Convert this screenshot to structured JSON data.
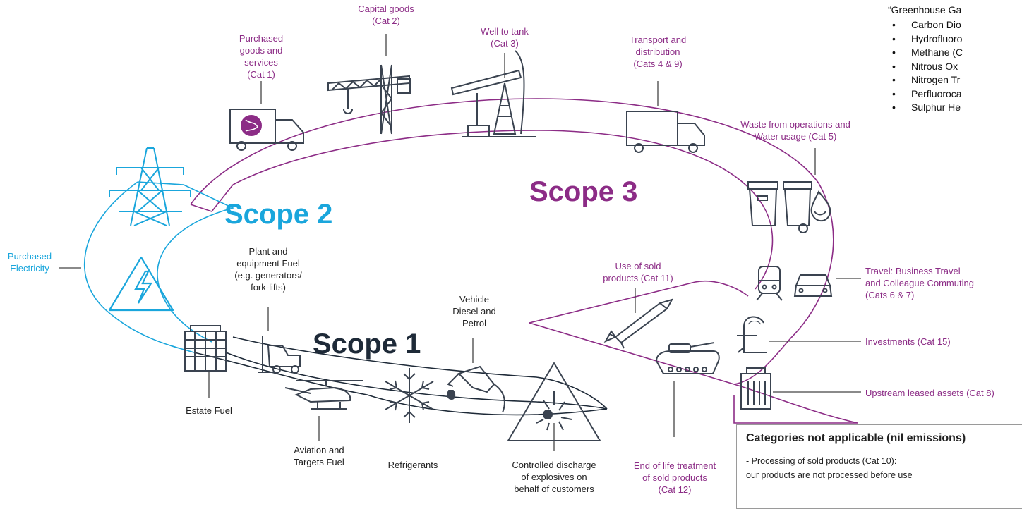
{
  "scopes": {
    "scope1": "Scope 1",
    "scope2": "Scope 2",
    "scope3": "Scope 3"
  },
  "colors": {
    "scope1": "#1e2a38",
    "scope2": "#1aa6dc",
    "scope3": "#8c2c86",
    "icon": "#3a4350"
  },
  "scope3_labels": {
    "purchased_goods": "Purchased\ngoods and\nservices\n(Cat 1)",
    "capital_goods": "Capital goods\n(Cat 2)",
    "well_to_tank": "Well to tank\n(Cat 3)",
    "transport": "Transport and\ndistribution\n(Cats 4 & 9)",
    "waste": "Waste from operations and\nWater usage (Cat 5)",
    "travel": "Travel: Business Travel\nand Colleague Commuting\n(Cats 6 & 7)",
    "investments": "Investments (Cat 15)",
    "upstream_leased": "Upstream leased assets (Cat 8)",
    "use_of_sold": "Use of sold\nproducts (Cat 11)",
    "end_of_life": "End of life treatment\nof sold products\n(Cat 12)"
  },
  "scope2_labels": {
    "purchased_electricity": "Purchased\nElectricity"
  },
  "scope1_labels": {
    "plant_fuel": "Plant and\nequipment Fuel\n(e.g. generators/\nfork-lifts)",
    "vehicle_fuel": "Vehicle\nDiesel and\nPetrol",
    "estate_fuel": "Estate Fuel",
    "aviation_fuel": "Aviation and\nTargets Fuel",
    "refrigerants": "Refrigerants",
    "explosives": "Controlled discharge\nof explosives on\nbehalf of customers"
  },
  "ghg": {
    "title": "“Greenhouse Ga",
    "items": [
      "Carbon Dio",
      "Hydrofluoro",
      "Methane (C",
      "Nitrous Ox",
      "Nitrogen Tr",
      "Perfluoroca",
      "Sulphur He"
    ]
  },
  "not_applicable": {
    "title": "Categories not applicable (nil emissions)",
    "line1": "- Processing of sold products (Cat 10):",
    "line2": "  our products are not processed before use"
  },
  "icons": [
    "truck-globe-icon",
    "crane-icon",
    "pumpjack-icon",
    "truck-icon",
    "bins-icon",
    "train-icon",
    "car-icon",
    "pound-icon",
    "building-icon",
    "missile-icon",
    "tank-icon",
    "pylon-icon",
    "high-voltage-icon",
    "office-building-icon",
    "forklift-icon",
    "helicopter-icon",
    "snowflake-icon",
    "fuel-nozzle-icon",
    "explosive-warning-icon"
  ]
}
